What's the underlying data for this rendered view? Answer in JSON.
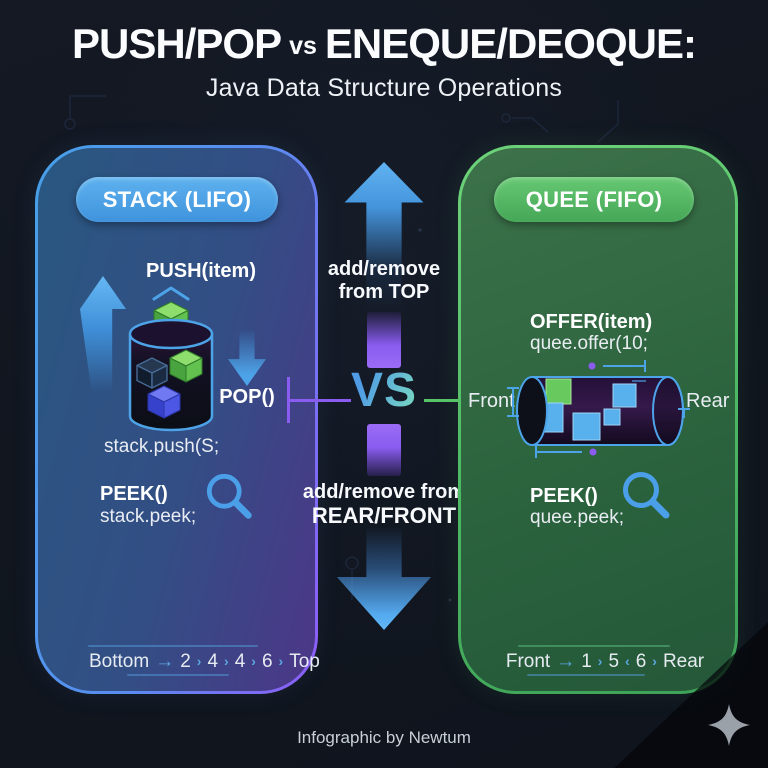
{
  "header": {
    "title_left": "PUSH/POP",
    "title_vs": "vs",
    "title_right": "ENEQUE/DEOQUE:",
    "subtitle": "Java Data Structure Operations"
  },
  "stack_panel": {
    "badge": "STACK (LIFO)",
    "push_op": "PUSH(item)",
    "pop_op": "POP()",
    "push_code": "stack.push(S;",
    "peek_op": "PEEK()",
    "peek_code": "stack.peek;",
    "order_tokens": [
      "Bottom",
      "→",
      "2",
      "›",
      "4",
      "›",
      "4",
      "›",
      "6",
      "›",
      "Top"
    ]
  },
  "center": {
    "top_note_line1": "add/remove",
    "top_note_line2": "from TOP",
    "vs_label": "VS",
    "bottom_note_line1": "add/remove from",
    "bottom_note_line2": "REAR/FRONT"
  },
  "queue_panel": {
    "badge": "QUEE (FIFO)",
    "offer_op": "OFFER(item)",
    "offer_code": "quee.offer(10;",
    "front_label": "Front",
    "rear_label": "Rear",
    "peek_op": "PEEK()",
    "peek_code": "quee.peek;",
    "order_tokens": [
      "Front",
      "→",
      "1",
      "›",
      "5",
      "‹",
      "6",
      "›",
      "Rear"
    ]
  },
  "footer": {
    "credit": "Infographic by Newtum"
  },
  "colors": {
    "background": "#11161f",
    "accent_blue": "#4da3e8",
    "accent_purple": "#8a5cf0",
    "accent_green": "#56ba66",
    "accent_teal": "#74d2c4",
    "cube_green": "#6ec95e",
    "cube_indigo": "#5058e8",
    "text_primary": "#f2f5f9"
  }
}
